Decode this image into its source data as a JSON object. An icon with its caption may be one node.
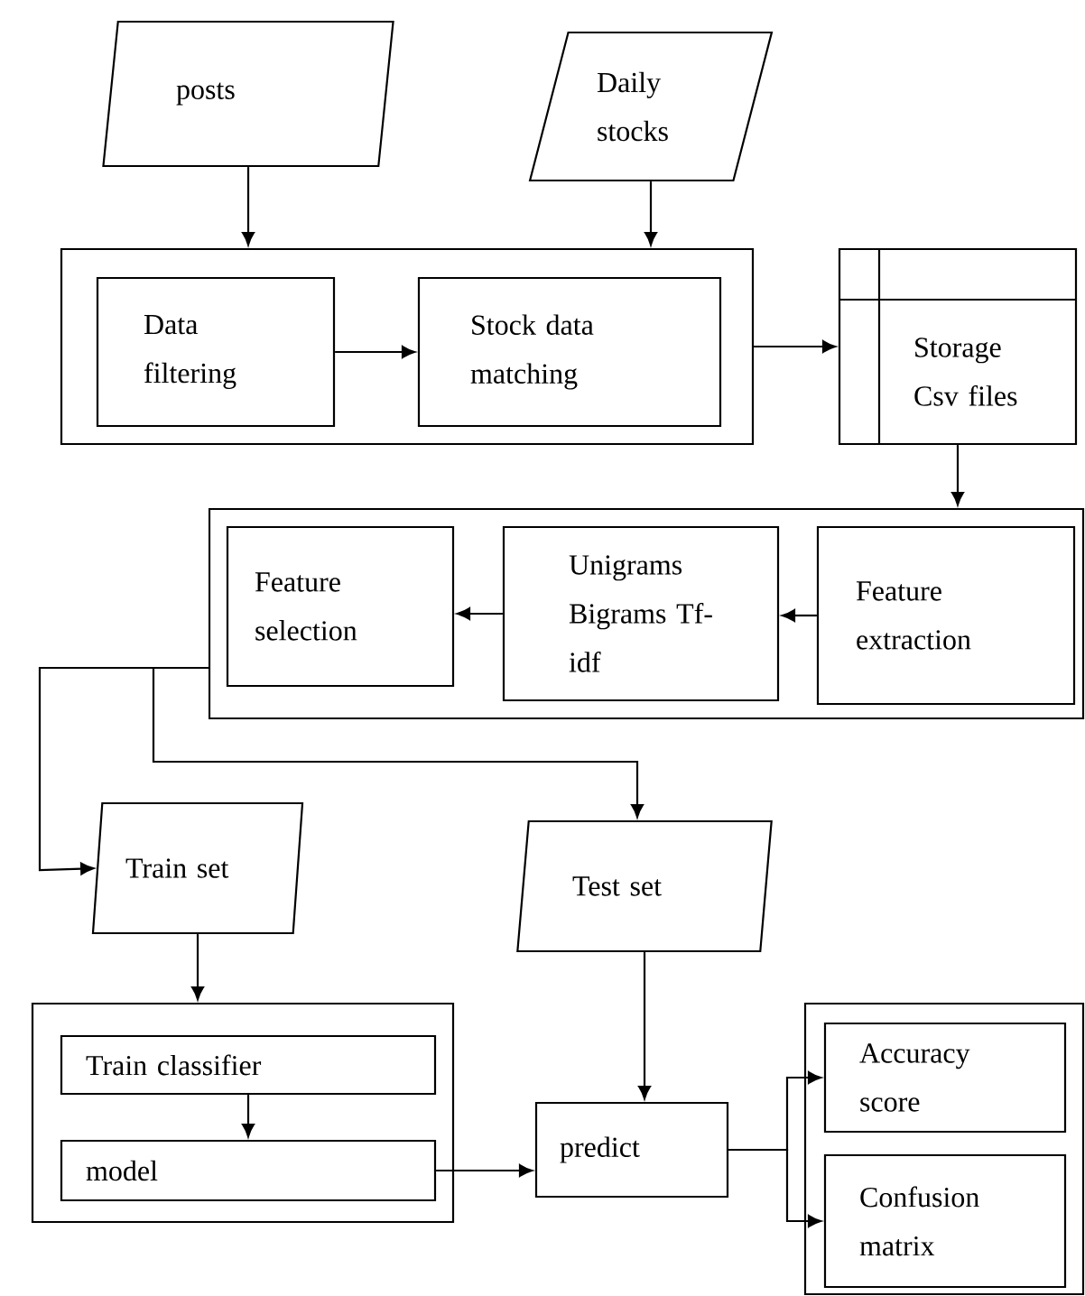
{
  "diagram": {
    "nodes": [
      {
        "text": [
          "posts"
        ]
      },
      {
        "text": [
          "Daily stocks"
        ]
      },
      {
        "text": [],
        "shape": "box"
      },
      {
        "text": [
          "Data filtering"
        ],
        "in": 2
      },
      {
        "text": [
          "Stock data matching"
        ],
        "in": 2
      },
      {
        "text": [
          "Storage Csv files"
        ]
      },
      {
        "text": [],
        "shape": "box"
      },
      {
        "text": [
          "Feature selection"
        ],
        "in": 6
      },
      {
        "text": [
          "Unigrams Bigrams Tf-idf"
        ],
        "in": 6
      },
      {
        "text": [
          "Feature extraction"
        ],
        "in": 6
      },
      {
        "text": [
          "Train set"
        ]
      },
      {
        "text": [
          "Test set"
        ]
      },
      {
        "text": [],
        "shape": "box"
      },
      {
        "text": [
          "Train classifier"
        ],
        "in": 12
      },
      {
        "text": [
          "model"
        ],
        "in": 12
      },
      {
        "text": [
          "predict"
        ]
      },
      {
        "text": [],
        "shape": "box"
      },
      {
        "text": [
          "Accuracy score"
        ],
        "in": 16
      },
      {
        "text": [
          "Confusion matrix"
        ],
        "in": 16
      }
    ],
    "edges": [
      {
        "from": 0,
        "to": 2,
        "arrow": "to"
      },
      {
        "from": 1,
        "to": 2,
        "arrow": "to"
      },
      {
        "from": 3,
        "to": 4,
        "arrow": "to"
      },
      {
        "from": 2,
        "to": 5,
        "arrow": "to"
      },
      {
        "from": 5,
        "to": 6,
        "arrow": "to"
      },
      {
        "from": 9,
        "to": 8,
        "arrow": "to"
      },
      {
        "from": 8,
        "to": 7,
        "arrow": "to"
      },
      {
        "from": 6,
        "to": 10,
        "arrow": "to"
      },
      {
        "from": 6,
        "to": 11,
        "arrow": "to"
      },
      {
        "from": 10,
        "to": 12,
        "arrow": "to"
      },
      {
        "from": 13,
        "to": 14,
        "arrow": "to"
      },
      {
        "from": 14,
        "to": 15,
        "arrow": "to"
      },
      {
        "from": 11,
        "to": 15,
        "arrow": "to"
      },
      {
        "from": 15,
        "to": 17,
        "arrow": "to"
      },
      {
        "from": 15,
        "to": 18,
        "arrow": "to"
      }
    ]
  }
}
